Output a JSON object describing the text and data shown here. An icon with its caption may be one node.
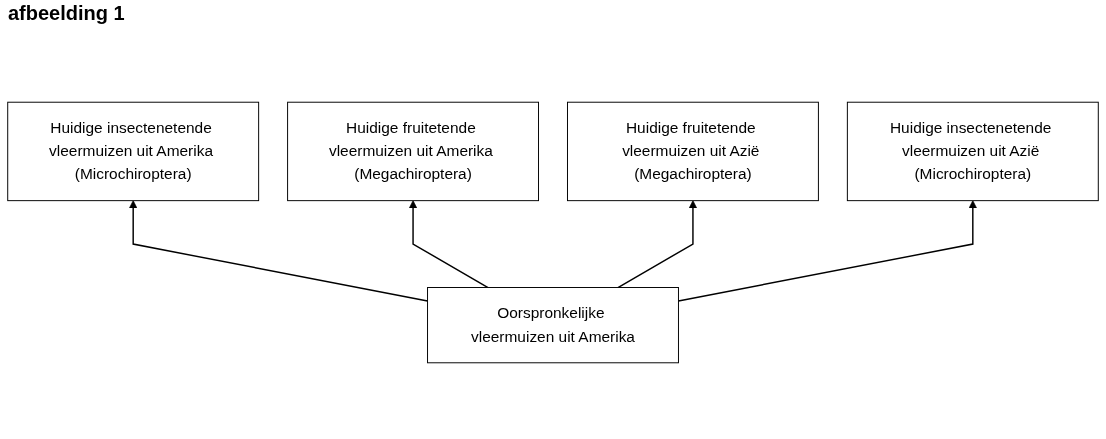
{
  "diagram": {
    "title": "afbeelding 1",
    "nodes": [
      {
        "text": [
          "Huidige insectenetende vleermuizen uit Amerika (Microchiroptera)"
        ]
      },
      {
        "text": [
          "Huidige fruitetende vleermuizen uit Amerika (Megachiroptera)"
        ]
      },
      {
        "text": [
          "Huidige fruitetende vleermuizen uit Azië (Megachiroptera)"
        ]
      },
      {
        "text": [
          "Huidige insectenetende vleermuizen uit Azië (Microchiroptera)"
        ]
      },
      {
        "text": [
          "Oorspronkelijke vleermuizen uit Amerika"
        ]
      }
    ],
    "edges": [
      {
        "from": 4,
        "to": 0,
        "arrow": "to"
      },
      {
        "from": 4,
        "to": 1,
        "arrow": "to"
      },
      {
        "from": 4,
        "to": 2,
        "arrow": "to"
      },
      {
        "from": 4,
        "to": 3,
        "arrow": "to"
      }
    ]
  }
}
